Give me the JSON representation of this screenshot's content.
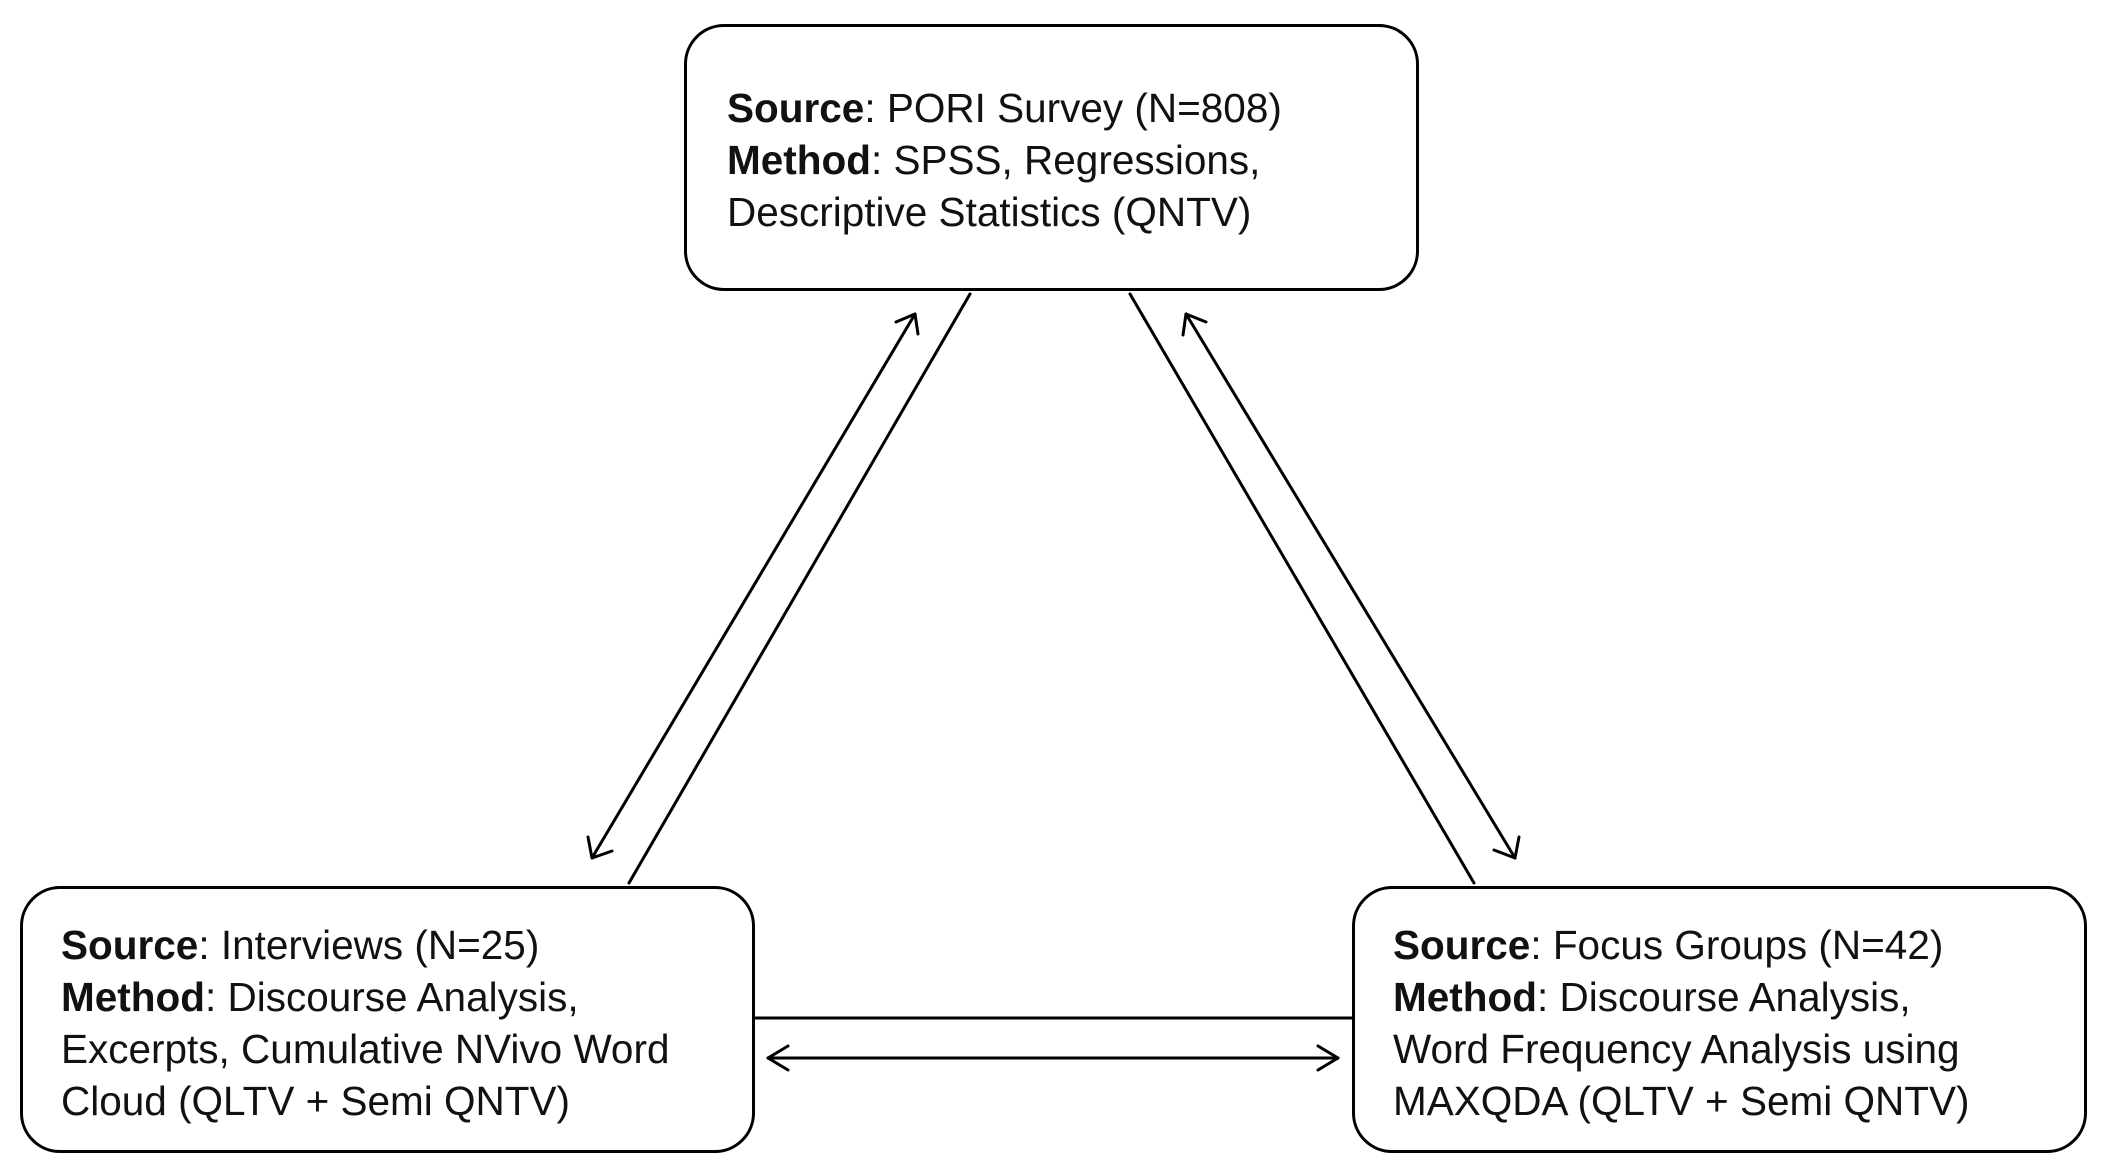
{
  "nodes": {
    "top": {
      "source_label": "Source",
      "source_value": ": PORI Survey (N=808)",
      "method_label": "Method",
      "method_value": ": SPSS, Regressions,",
      "method_cont": [
        "Descriptive Statistics (QNTV)"
      ]
    },
    "left": {
      "source_label": "Source",
      "source_value": ": Interviews (N=25)",
      "method_label": "Method",
      "method_value": ": Discourse Analysis,",
      "method_cont": [
        "Excerpts, Cumulative NVivo Word",
        "Cloud (QLTV + Semi QNTV)"
      ]
    },
    "right": {
      "source_label": "Source",
      "source_value": ": Focus Groups (N=42)",
      "method_label": "Method",
      "method_value": ": Discourse Analysis,",
      "method_cont": [
        "Word Frequency Analysis using",
        "MAXQDA (QLTV + Semi QNTV)"
      ]
    }
  },
  "colors": {
    "border": "#000000",
    "text": "#111111",
    "background": "#ffffff"
  }
}
